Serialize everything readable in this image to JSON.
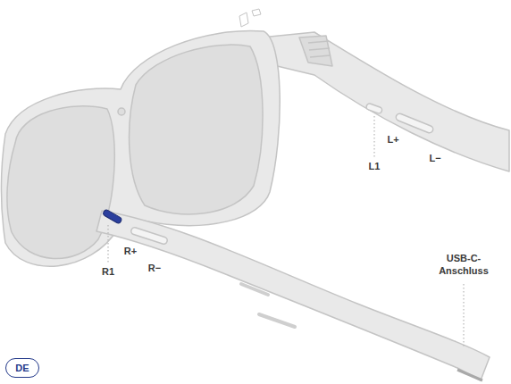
{
  "diagram": {
    "nodes": [
      {
        "text": [
          "DE"
        ]
      }
    ],
    "labels": [
      "L1",
      "L+",
      "L−",
      "R1",
      "R+",
      "R−",
      "USB-C- Anschluss"
    ]
  }
}
